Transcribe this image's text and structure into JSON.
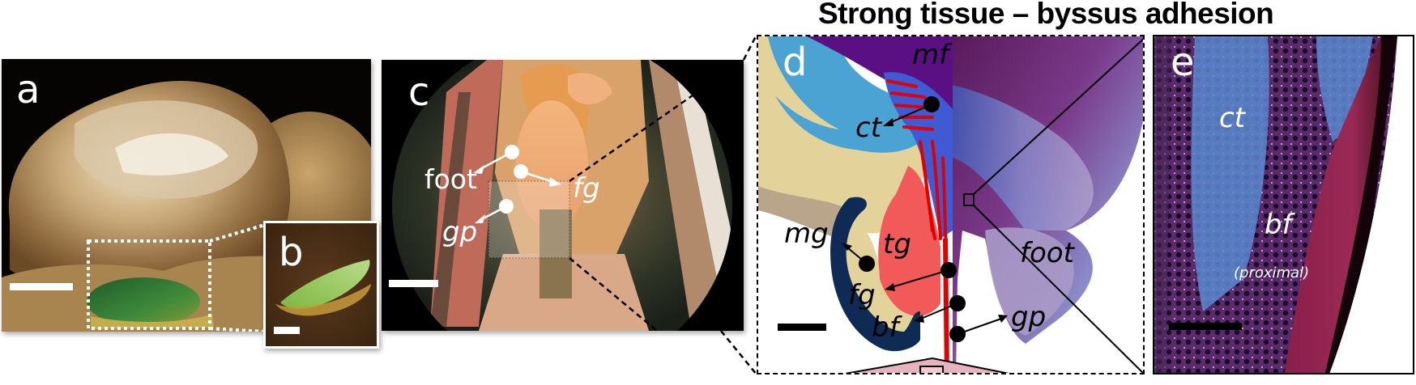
{
  "figure": {
    "title": "Strong tissue – byssus adhesion",
    "panels": [
      {
        "id": "a",
        "label": "a",
        "description": "Photograph of bivalve shell encrusted with sediment; green byssal region boxed with dotted white rectangle",
        "scale_bar": "white"
      },
      {
        "id": "b",
        "label": "b",
        "description": "Inset close-up of green byssus-bearing specimen on brown substrate",
        "scale_bar": "white"
      },
      {
        "id": "c",
        "label": "c",
        "description": "Dissected bivalve showing foot, foot groove and glandular pit",
        "annotations": [
          {
            "text": "foot",
            "italic": false
          },
          {
            "text": "fg",
            "italic": true
          },
          {
            "text": "gp",
            "italic": true
          }
        ],
        "scale_bar": "white"
      },
      {
        "id": "d",
        "label": "d",
        "description": "Histological section of the foot: left half schematic color map, right half stained section",
        "annotations": [
          {
            "text": "mf",
            "italic": true
          },
          {
            "text": "ct",
            "italic": true
          },
          {
            "text": "mg",
            "italic": true
          },
          {
            "text": "tg",
            "italic": true
          },
          {
            "text": "fg",
            "italic": true
          },
          {
            "text": "bf",
            "italic": true
          },
          {
            "text": "gp",
            "italic": true
          },
          {
            "text": "foot",
            "italic": true
          }
        ],
        "region_colors": {
          "mf": "#5a0f82",
          "ct_light": "#4aa3d2",
          "ct_dark": "#3f5ad3",
          "tan": "#e3d39b",
          "brown": "#b9a58a",
          "tg": "#f25a5a",
          "mg": "#0e2a55",
          "red_ducts": "#e00000",
          "gp": "#e7b3bf"
        },
        "scale_bar": "black"
      },
      {
        "id": "e",
        "label": "e",
        "description": "High-magnification section of connective tissue and proximal byssal fiber",
        "annotations": [
          {
            "text": "ct",
            "italic": true
          },
          {
            "text": "bf",
            "italic": true
          },
          {
            "text": "(proximal)",
            "italic": true
          }
        ],
        "scale_bar": "black"
      }
    ]
  }
}
